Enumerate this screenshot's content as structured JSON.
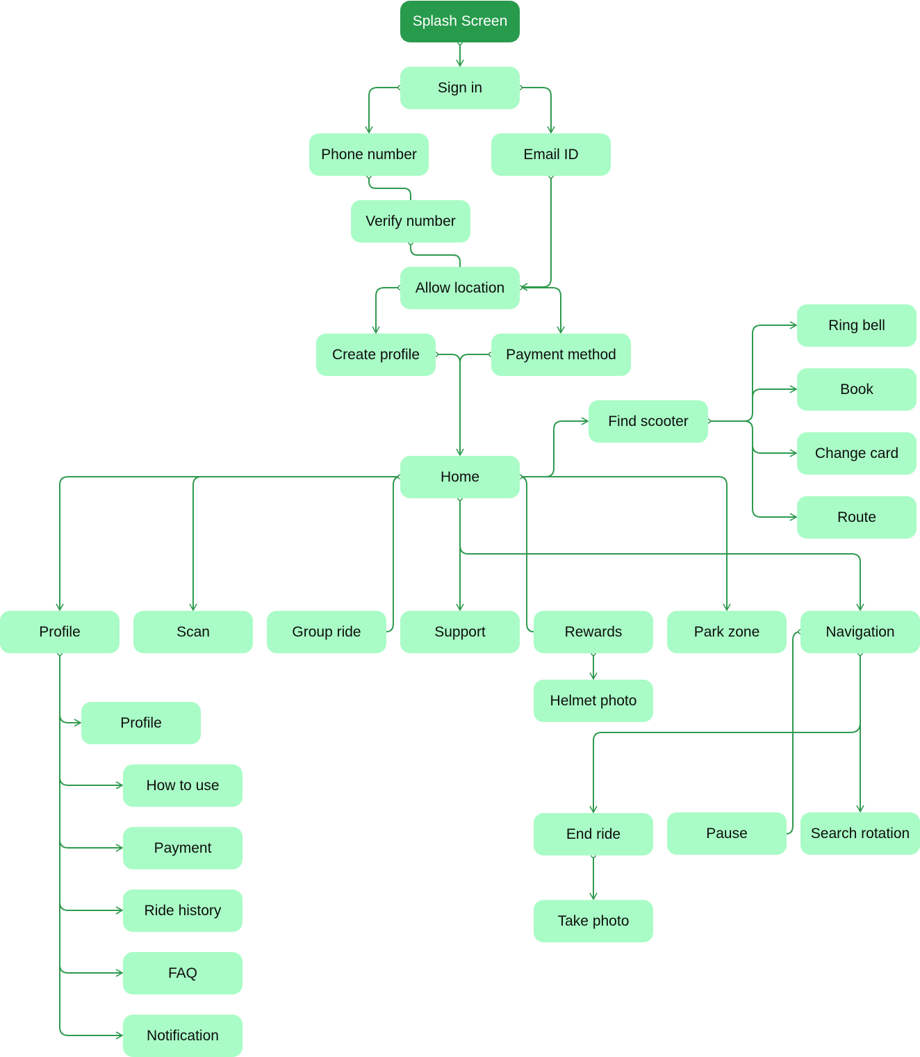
{
  "colors": {
    "node_fill": "#a9fcc6",
    "start_fill": "#279a4c",
    "start_text": "#ffffff",
    "text": "#0e0e0e",
    "line": "#2e9a4e"
  },
  "nodes": {
    "splash": "Splash Screen",
    "sign_in": "Sign in",
    "phone_number": "Phone number",
    "email_id": "Email ID",
    "verify_number": "Verify number",
    "allow_location": "Allow location",
    "create_profile": "Create profile",
    "payment_method": "Payment method",
    "home": "Home",
    "find_scooter": "Find scooter",
    "ring_bell": "Ring bell",
    "book": "Book",
    "change_card": "Change card",
    "route": "Route",
    "profile": "Profile",
    "scan": "Scan",
    "group_ride": "Group ride",
    "support": "Support",
    "rewards": "Rewards",
    "park_zone": "Park zone",
    "navigation": "Navigation",
    "helmet_photo": "Helmet photo",
    "profile_sub": "Profile",
    "how_to_use": "How to use",
    "payment": "Payment",
    "ride_history": "Ride history",
    "faq": "FAQ",
    "notification": "Notification",
    "end_ride": "End ride",
    "pause": "Pause",
    "search_rotation": "Search rotation",
    "take_photo": "Take photo"
  }
}
